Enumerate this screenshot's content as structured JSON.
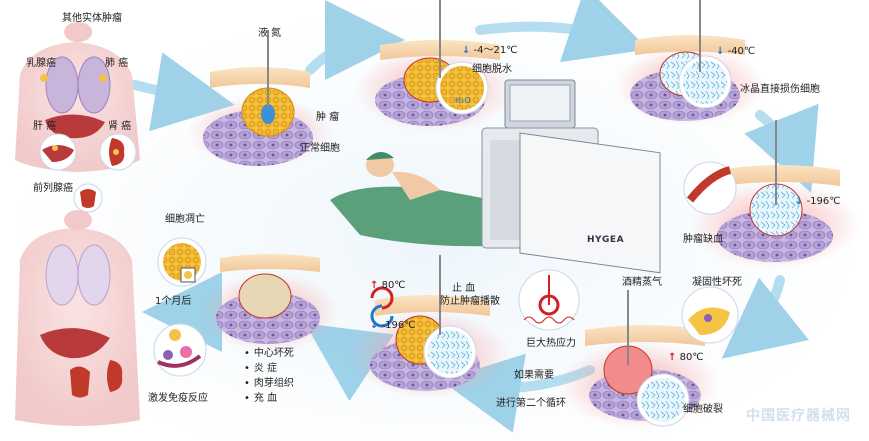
{
  "organs": {
    "title": "其他实体肿瘤",
    "breast": "乳腺癌",
    "lung": "肺 癌",
    "liver": "肝 癌",
    "kidney": "肾 癌",
    "prostate": "前列腺癌"
  },
  "step1": {
    "gas": "液 氮",
    "tumor": "肿 瘤",
    "normal": "正常细胞"
  },
  "step2": {
    "temp": "-4～21℃",
    "label": "细胞脱水",
    "molecule": "H₂O"
  },
  "step3": {
    "temp": "-40℃",
    "label": "冰晶直接损伤细胞"
  },
  "step4": {
    "temp": "-196℃",
    "label": "肿瘤缺血"
  },
  "step5": {
    "alcohol": "酒精蒸气",
    "coag": "凝固性坏死",
    "stress": "巨大热应力",
    "temp": "80℃",
    "burst": "细胞破裂"
  },
  "cycle": {
    "line1": "如果需要",
    "line2": "进行第二个循环"
  },
  "step6": {
    "hot": "80℃",
    "cold": "-196℃",
    "stop1": "止 血",
    "stop2": "防止肿瘤播散",
    "bullets": [
      "中心坏死",
      "炎 症",
      "肉芽组织",
      "充 血"
    ]
  },
  "result": {
    "apoptosis": "细胞凋亡",
    "month": "1个月后",
    "immune": "激发免疫反应"
  },
  "device": {
    "brand": "HYGEA"
  },
  "watermark": "中国医疗器械网",
  "colors": {
    "arrow": "#8fcbe6",
    "cold": "#1f78c8",
    "hot": "#d32020",
    "skin": "#f7d9b0",
    "tissue": "#b9a6d6",
    "tumor": "#f4c14a"
  }
}
